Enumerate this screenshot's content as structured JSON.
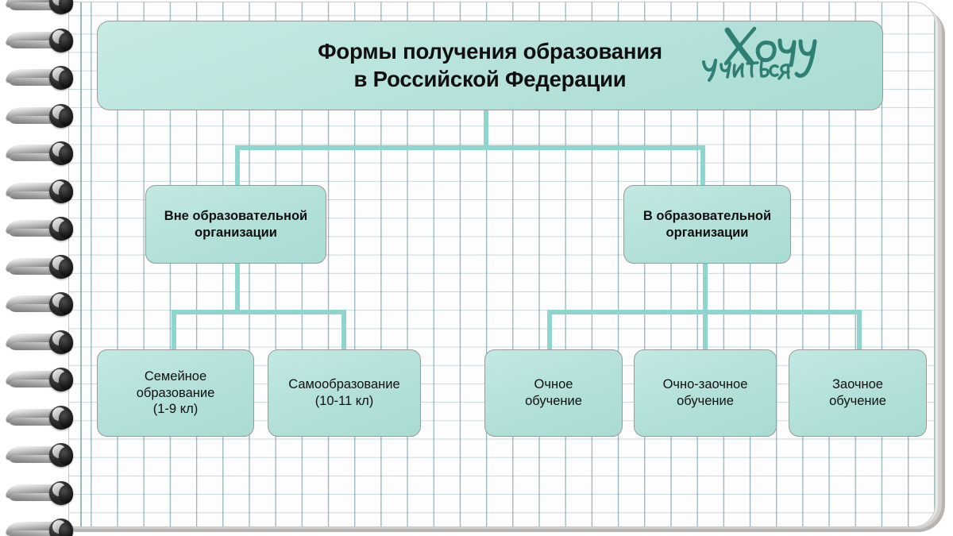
{
  "document": {
    "medium": "spiral-bound graph paper notepad",
    "title_box": {
      "line1": "Формы получения образования",
      "line2": "в Российской Федерации",
      "text": "Формы получения образования\nв Российской Федерации"
    },
    "logo": {
      "word_top": "Хочу",
      "word_bottom": "Учиться",
      "color": "#2f7f74"
    }
  },
  "colors": {
    "node_fill": "#b2e0d9",
    "node_border": "#9a9a9a",
    "connector": "#8ed5ce",
    "grid_line": "#78a0aa",
    "text": "#101010",
    "paper": "#fdfdfd",
    "spiral_wire": "#9e9e9e",
    "spiral_bead": "#1c1c1c"
  },
  "chart_data": {
    "type": "diagram",
    "title": "Формы получения образования в Российской Федерации",
    "orientation": "top-down",
    "levels": 3,
    "nodes": [
      {
        "id": "root",
        "label": "Формы получения образования\nв Российской Федерации",
        "level": 0,
        "bold": true
      },
      {
        "id": "outside",
        "label": "Вне образовательной\nорганизации",
        "level": 1,
        "bold": true
      },
      {
        "id": "inside",
        "label": "В образовательной\nорганизации",
        "level": 1,
        "bold": true
      },
      {
        "id": "family",
        "label": "Семейное\nобразование\n(1-9 кл)",
        "level": 2,
        "bold": false,
        "parent": "outside"
      },
      {
        "id": "self",
        "label": "Самообразование\n(10-11 кл)",
        "level": 2,
        "bold": false,
        "parent": "outside"
      },
      {
        "id": "full",
        "label": "Очное\nобучение",
        "level": 2,
        "bold": false,
        "parent": "inside"
      },
      {
        "id": "mixed",
        "label": "Очно-заочное\nобучение",
        "level": 2,
        "bold": false,
        "parent": "inside"
      },
      {
        "id": "corr",
        "label": "Заочное\nобучение",
        "level": 2,
        "bold": false,
        "parent": "inside"
      }
    ],
    "edges": [
      {
        "from": "root",
        "to": "outside"
      },
      {
        "from": "root",
        "to": "inside"
      },
      {
        "from": "outside",
        "to": "family"
      },
      {
        "from": "outside",
        "to": "self"
      },
      {
        "from": "inside",
        "to": "full"
      },
      {
        "from": "inside",
        "to": "mixed"
      },
      {
        "from": "inside",
        "to": "corr"
      }
    ]
  }
}
